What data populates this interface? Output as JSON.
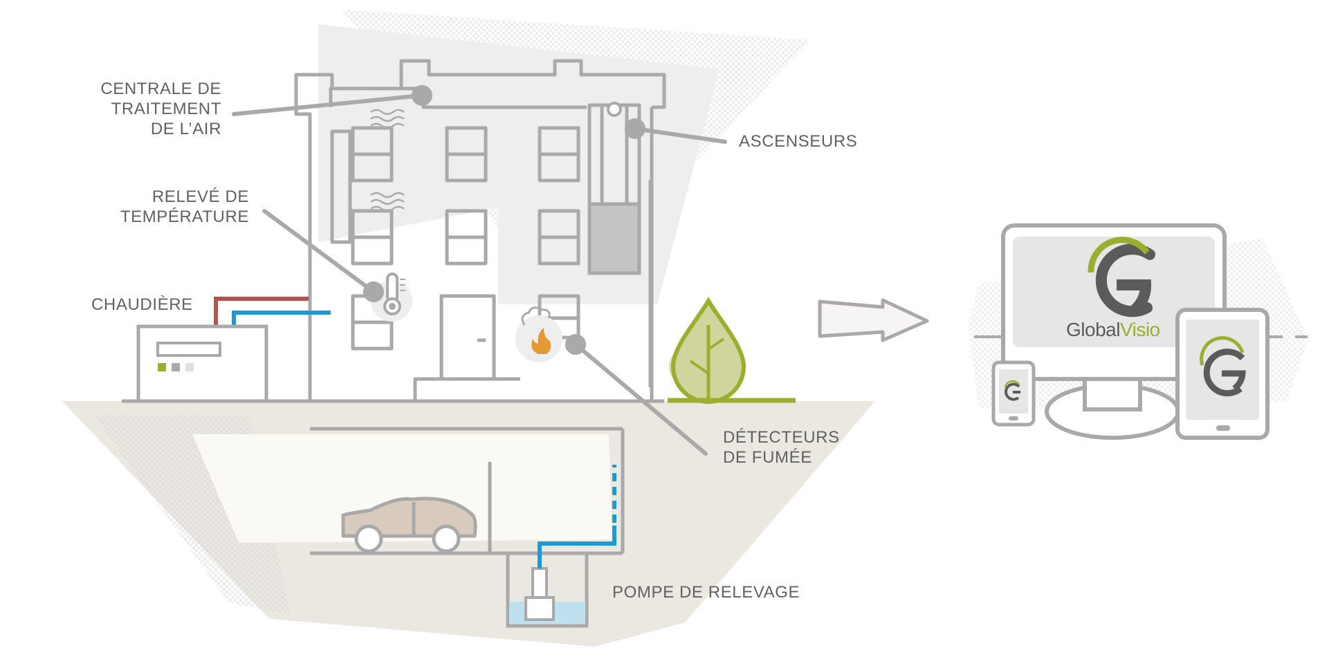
{
  "labels": {
    "air_handling": [
      "CENTRALE DE",
      "TRAITEMENT",
      "DE L’AIR"
    ],
    "temperature": [
      "RELEVÉ DE",
      "TEMPÉRATURE"
    ],
    "boiler": [
      "CHAUDIÈRE"
    ],
    "elevators": [
      "ASCENSEURS"
    ],
    "smoke_detectors": [
      "DÉTECTEURS",
      "DE FUMÉE"
    ],
    "sump_pump": [
      "POMPE DE RELEVAGE"
    ]
  },
  "brand": {
    "name_part1": "Global",
    "name_part2": "Visio"
  },
  "icons": {
    "thermometer": "thermometer-icon",
    "smoke_fire": "smoke-fire-icon",
    "tree": "tree-icon",
    "car": "car-icon",
    "arrow": "arrow-right-icon",
    "logo": "globalvisio-logo-icon"
  },
  "colors": {
    "line_gray": "#a9a9a9",
    "hot_pipe": "#b5524d",
    "cold_pipe": "#1b9ad6",
    "brand_green": "#9aaf2e",
    "brand_dark": "#5b5b5b",
    "ground": "#ebe7e1",
    "cellar": "#fbf9f4"
  }
}
